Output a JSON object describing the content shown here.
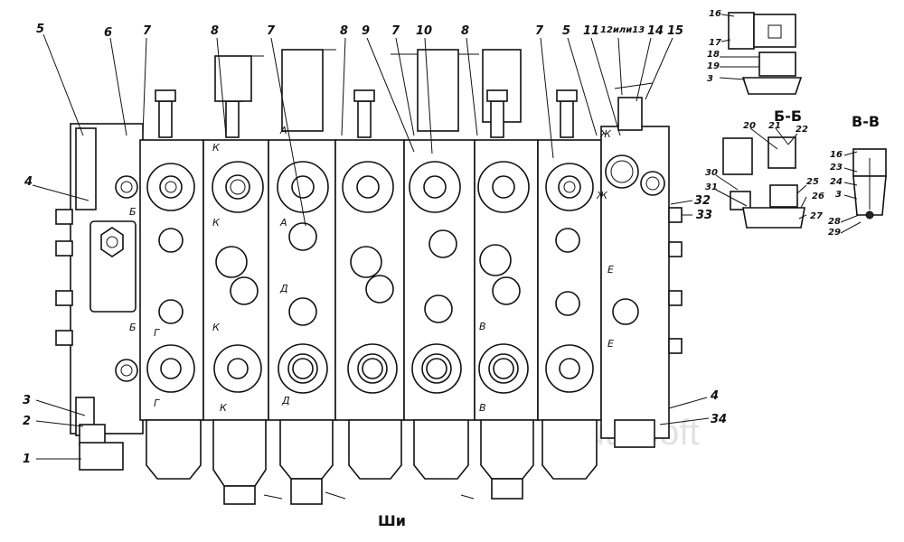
{
  "watermark": "AutoSoft",
  "figure_caption": "Ши",
  "callouts": {
    "left": [
      "5",
      "6",
      "4",
      "3",
      "2",
      "1"
    ],
    "top": [
      "7",
      "8",
      "7",
      "8",
      "9",
      "7",
      "10",
      "8",
      "7",
      "5",
      "11",
      "12или13",
      "14",
      "15"
    ],
    "right": [
      "32",
      "33",
      "4",
      "34"
    ]
  },
  "section_marks": {
    "B": "Б",
    "K": "К",
    "A": "А",
    "D": "Д",
    "G": "Г",
    "V": "В",
    "E": "Е",
    "Zh": "Ж"
  },
  "insets": {
    "top": {
      "callouts": [
        "16",
        "17",
        "18",
        "19",
        "3"
      ]
    },
    "section_bb": {
      "title": "Б-Б",
      "callouts": [
        "20",
        "21",
        "22",
        "30",
        "31",
        "25",
        "26",
        "27"
      ]
    },
    "section_vv": {
      "title": "В-В",
      "callouts": [
        "16",
        "23",
        "24",
        "3",
        "28",
        "29"
      ]
    }
  }
}
